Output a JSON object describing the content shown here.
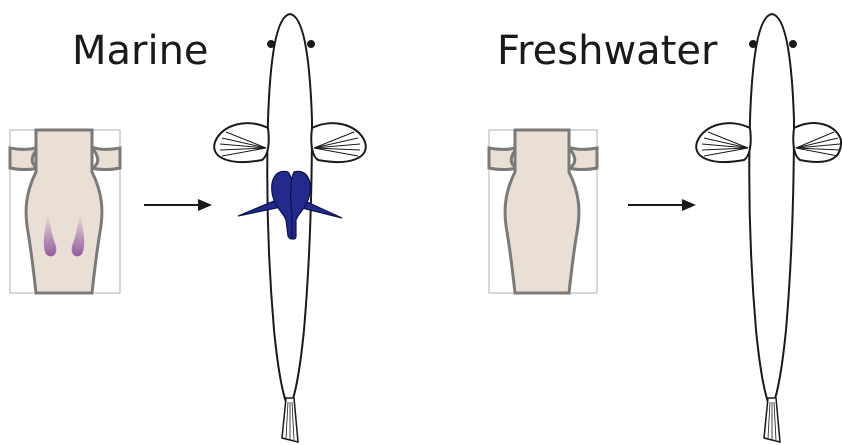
{
  "panels": [
    {
      "id": "marine",
      "label": "Marine"
    },
    {
      "id": "freshwater",
      "label": "Freshwater"
    }
  ],
  "colors": {
    "outline": "#1a1a1a",
    "embryo_fill": "#e9dfd5",
    "embryo_outline": "#7a7a7a",
    "frame": "#b0b0b0",
    "pelvic_expression": "#8a4a9a",
    "pelvic_structure": "#232a8c"
  },
  "icons": {
    "arrow": "right-arrow-icon",
    "fish": "stickleback-fish-icon",
    "embryo": "embryo-icon"
  }
}
